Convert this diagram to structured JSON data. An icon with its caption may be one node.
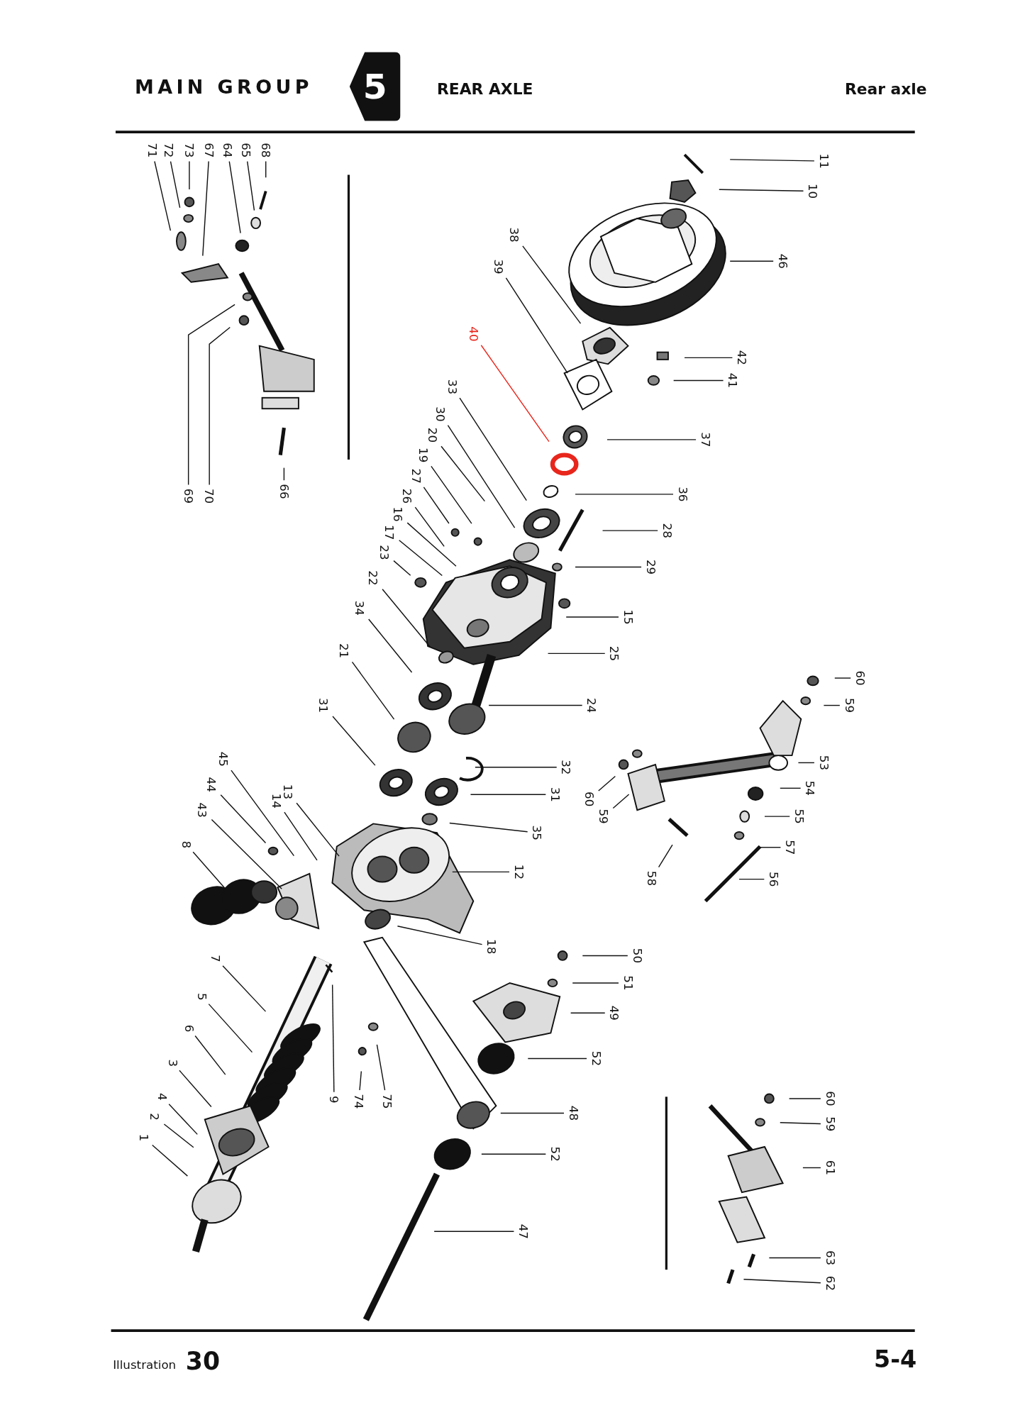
{
  "diagram": {
    "nodes": [
      {
        "text": [
          "5"
        ]
      },
      {
        "text": [
          "71"
        ]
      },
      {
        "text": [
          "72"
        ]
      },
      {
        "text": [
          "73"
        ]
      },
      {
        "text": [
          "67"
        ]
      },
      {
        "text": [
          "64"
        ]
      },
      {
        "text": [
          "65"
        ]
      },
      {
        "text": [
          "68"
        ]
      },
      {
        "text": [
          "11"
        ]
      },
      {
        "text": [
          "10"
        ]
      },
      {
        "text": [
          "46"
        ]
      },
      {
        "text": [
          "38"
        ]
      },
      {
        "text": [
          "39"
        ]
      },
      {
        "text": [
          "40"
        ]
      },
      {
        "text": [
          "42"
        ]
      },
      {
        "text": [
          "41"
        ]
      },
      {
        "text": [
          "33"
        ]
      },
      {
        "text": [
          "30"
        ]
      },
      {
        "text": [
          "37"
        ]
      },
      {
        "text": [
          "20"
        ]
      },
      {
        "text": [
          "19"
        ]
      },
      {
        "text": [
          "27"
        ]
      },
      {
        "text": [
          "26"
        ]
      },
      {
        "text": [
          "36"
        ]
      },
      {
        "text": [
          "69"
        ]
      },
      {
        "text": [
          "70"
        ]
      },
      {
        "text": [
          "66"
        ]
      },
      {
        "text": [
          "16"
        ]
      },
      {
        "text": [
          "17"
        ]
      },
      {
        "text": [
          "28"
        ]
      },
      {
        "text": [
          "23"
        ]
      },
      {
        "text": [
          "29"
        ]
      },
      {
        "text": [
          "22"
        ]
      },
      {
        "text": [
          "34"
        ]
      },
      {
        "text": [
          "15"
        ]
      },
      {
        "text": [
          "21"
        ]
      },
      {
        "text": [
          "25"
        ]
      },
      {
        "text": [
          "60"
        ]
      },
      {
        "text": [
          "59"
        ]
      },
      {
        "text": [
          "31"
        ]
      },
      {
        "text": [
          "24"
        ]
      },
      {
        "text": [
          "45"
        ]
      },
      {
        "text": [
          "53"
        ]
      },
      {
        "text": [
          "32"
        ]
      },
      {
        "text": [
          "13"
        ]
      },
      {
        "text": [
          "14"
        ]
      },
      {
        "text": [
          "44"
        ]
      },
      {
        "text": [
          "54"
        ]
      },
      {
        "text": [
          "31"
        ]
      },
      {
        "text": [
          "60"
        ]
      },
      {
        "text": [
          "43"
        ]
      },
      {
        "text": [
          "55"
        ]
      },
      {
        "text": [
          "59"
        ]
      },
      {
        "text": [
          "35"
        ]
      },
      {
        "text": [
          "57"
        ]
      },
      {
        "text": [
          "8"
        ]
      },
      {
        "text": [
          "12"
        ]
      },
      {
        "text": [
          "56"
        ]
      },
      {
        "text": [
          "58"
        ]
      },
      {
        "text": [
          "18"
        ]
      },
      {
        "text": [
          "50"
        ]
      },
      {
        "text": [
          "7"
        ]
      },
      {
        "text": [
          "51"
        ]
      },
      {
        "text": [
          "5"
        ]
      },
      {
        "text": [
          "49"
        ]
      },
      {
        "text": [
          "6"
        ]
      },
      {
        "text": [
          "52"
        ]
      },
      {
        "text": [
          "3"
        ]
      },
      {
        "text": [
          "4"
        ]
      },
      {
        "text": [
          "60"
        ]
      },
      {
        "text": [
          "9"
        ]
      },
      {
        "text": [
          "74"
        ]
      },
      {
        "text": [
          "75"
        ]
      },
      {
        "text": [
          "48"
        ]
      },
      {
        "text": [
          "2"
        ]
      },
      {
        "text": [
          "59"
        ]
      },
      {
        "text": [
          "1"
        ]
      },
      {
        "text": [
          "52"
        ]
      },
      {
        "text": [
          "61"
        ]
      },
      {
        "text": [
          "47"
        ]
      },
      {
        "text": [
          "63"
        ]
      },
      {
        "text": [
          "62"
        ]
      }
    ],
    "edges": [
      {
        "from": 1,
        "to": null,
        "arrow": "none"
      },
      {
        "from": 2,
        "to": null,
        "arrow": "none"
      },
      {
        "from": 3,
        "to": null,
        "arrow": "none"
      },
      {
        "from": 4,
        "to": null,
        "arrow": "none"
      },
      {
        "from": 5,
        "to": null,
        "arrow": "none"
      },
      {
        "from": 6,
        "to": null,
        "arrow": "none"
      },
      {
        "from": 7,
        "to": null,
        "arrow": "none"
      },
      {
        "from": 8,
        "to": null,
        "arrow": "none"
      },
      {
        "from": 9,
        "to": null,
        "arrow": "none"
      },
      {
        "from": 10,
        "to": null,
        "arrow": "none"
      },
      {
        "from": 11,
        "to": null,
        "arrow": "none"
      },
      {
        "from": 12,
        "to": null,
        "arrow": "none"
      },
      {
        "from": 13,
        "to": null,
        "arrow": "none",
        "color": "#e8261c"
      },
      {
        "from": 14,
        "to": null,
        "arrow": "none"
      },
      {
        "from": 15,
        "to": null,
        "arrow": "none"
      },
      {
        "from": 16,
        "to": null,
        "arrow": "none"
      },
      {
        "from": 17,
        "to": null,
        "arrow": "none"
      },
      {
        "from": 18,
        "to": null,
        "arrow": "none"
      },
      {
        "from": 19,
        "to": null,
        "arrow": "none"
      },
      {
        "from": 20,
        "to": null,
        "arrow": "none"
      },
      {
        "from": 21,
        "to": null,
        "arrow": "none"
      },
      {
        "from": 22,
        "to": null,
        "arrow": "none"
      },
      {
        "from": 23,
        "to": null,
        "arrow": "none"
      },
      {
        "from": 24,
        "to": null,
        "arrow": "none"
      },
      {
        "from": 25,
        "to": null,
        "arrow": "none"
      },
      {
        "from": 26,
        "to": null,
        "arrow": "none"
      },
      {
        "from": 27,
        "to": null,
        "arrow": "none"
      },
      {
        "from": 28,
        "to": null,
        "arrow": "none"
      },
      {
        "from": 29,
        "to": null,
        "arrow": "none"
      },
      {
        "from": 30,
        "to": null,
        "arrow": "none"
      },
      {
        "from": 31,
        "to": null,
        "arrow": "none"
      },
      {
        "from": 32,
        "to": null,
        "arrow": "none"
      },
      {
        "from": 33,
        "to": null,
        "arrow": "none"
      },
      {
        "from": 34,
        "to": null,
        "arrow": "none"
      },
      {
        "from": 35,
        "to": null,
        "arrow": "none"
      },
      {
        "from": 36,
        "to": null,
        "arrow": "none"
      },
      {
        "from": 37,
        "to": null,
        "arrow": "none"
      },
      {
        "from": 38,
        "to": null,
        "arrow": "none"
      },
      {
        "from": 39,
        "to": null,
        "arrow": "none"
      },
      {
        "from": 40,
        "to": null,
        "arrow": "none"
      },
      {
        "from": 41,
        "to": null,
        "arrow": "none"
      },
      {
        "from": 42,
        "to": null,
        "arrow": "none"
      },
      {
        "from": 43,
        "to": null,
        "arrow": "none"
      },
      {
        "from": 44,
        "to": null,
        "arrow": "none"
      },
      {
        "from": 45,
        "to": null,
        "arrow": "none"
      },
      {
        "from": 46,
        "to": null,
        "arrow": "none"
      },
      {
        "from": 47,
        "to": null,
        "arrow": "none"
      },
      {
        "from": 48,
        "to": null,
        "arrow": "none"
      },
      {
        "from": 49,
        "to": null,
        "arrow": "none"
      },
      {
        "from": 50,
        "to": null,
        "arrow": "none"
      },
      {
        "from": 51,
        "to": null,
        "arrow": "none"
      },
      {
        "from": 52,
        "to": null,
        "arrow": "none"
      },
      {
        "from": 53,
        "to": null,
        "arrow": "none"
      },
      {
        "from": 54,
        "to": null,
        "arrow": "none"
      },
      {
        "from": 55,
        "to": null,
        "arrow": "none"
      },
      {
        "from": 56,
        "to": null,
        "arrow": "none"
      },
      {
        "from": 57,
        "to": null,
        "arrow": "none"
      },
      {
        "from": 58,
        "to": null,
        "arrow": "none"
      },
      {
        "from": 59,
        "to": null,
        "arrow": "none"
      },
      {
        "from": 60,
        "to": null,
        "arrow": "none"
      },
      {
        "from": 61,
        "to": null,
        "arrow": "none"
      },
      {
        "from": 62,
        "to": null,
        "arrow": "none"
      },
      {
        "from": 63,
        "to": null,
        "arrow": "none"
      },
      {
        "from": 64,
        "to": null,
        "arrow": "none"
      },
      {
        "from": 65,
        "to": null,
        "arrow": "none"
      },
      {
        "from": 66,
        "to": null,
        "arrow": "none"
      },
      {
        "from": 67,
        "to": null,
        "arrow": "none"
      },
      {
        "from": 68,
        "to": null,
        "arrow": "none"
      },
      {
        "from": 69,
        "to": null,
        "arrow": "none"
      },
      {
        "from": 70,
        "to": null,
        "arrow": "none"
      },
      {
        "from": 71,
        "to": null,
        "arrow": "none"
      },
      {
        "from": 72,
        "to": null,
        "arrow": "none"
      },
      {
        "from": 73,
        "to": null,
        "arrow": "none"
      },
      {
        "from": 74,
        "to": null,
        "arrow": "none"
      },
      {
        "from": 75,
        "to": null,
        "arrow": "none"
      },
      {
        "from": 76,
        "to": null,
        "arrow": "none"
      },
      {
        "from": 77,
        "to": null,
        "arrow": "none"
      },
      {
        "from": 78,
        "to": null,
        "arrow": "none"
      },
      {
        "from": 79,
        "to": null,
        "arrow": "none"
      },
      {
        "from": 80,
        "to": null,
        "arrow": "none"
      },
      {
        "from": 81,
        "to": null,
        "arrow": "none"
      }
    ],
    "labels": [
      "MAIN GROUP",
      "REAR AXLE",
      "Rear axle",
      "Illustration",
      "30",
      "5-4"
    ]
  }
}
